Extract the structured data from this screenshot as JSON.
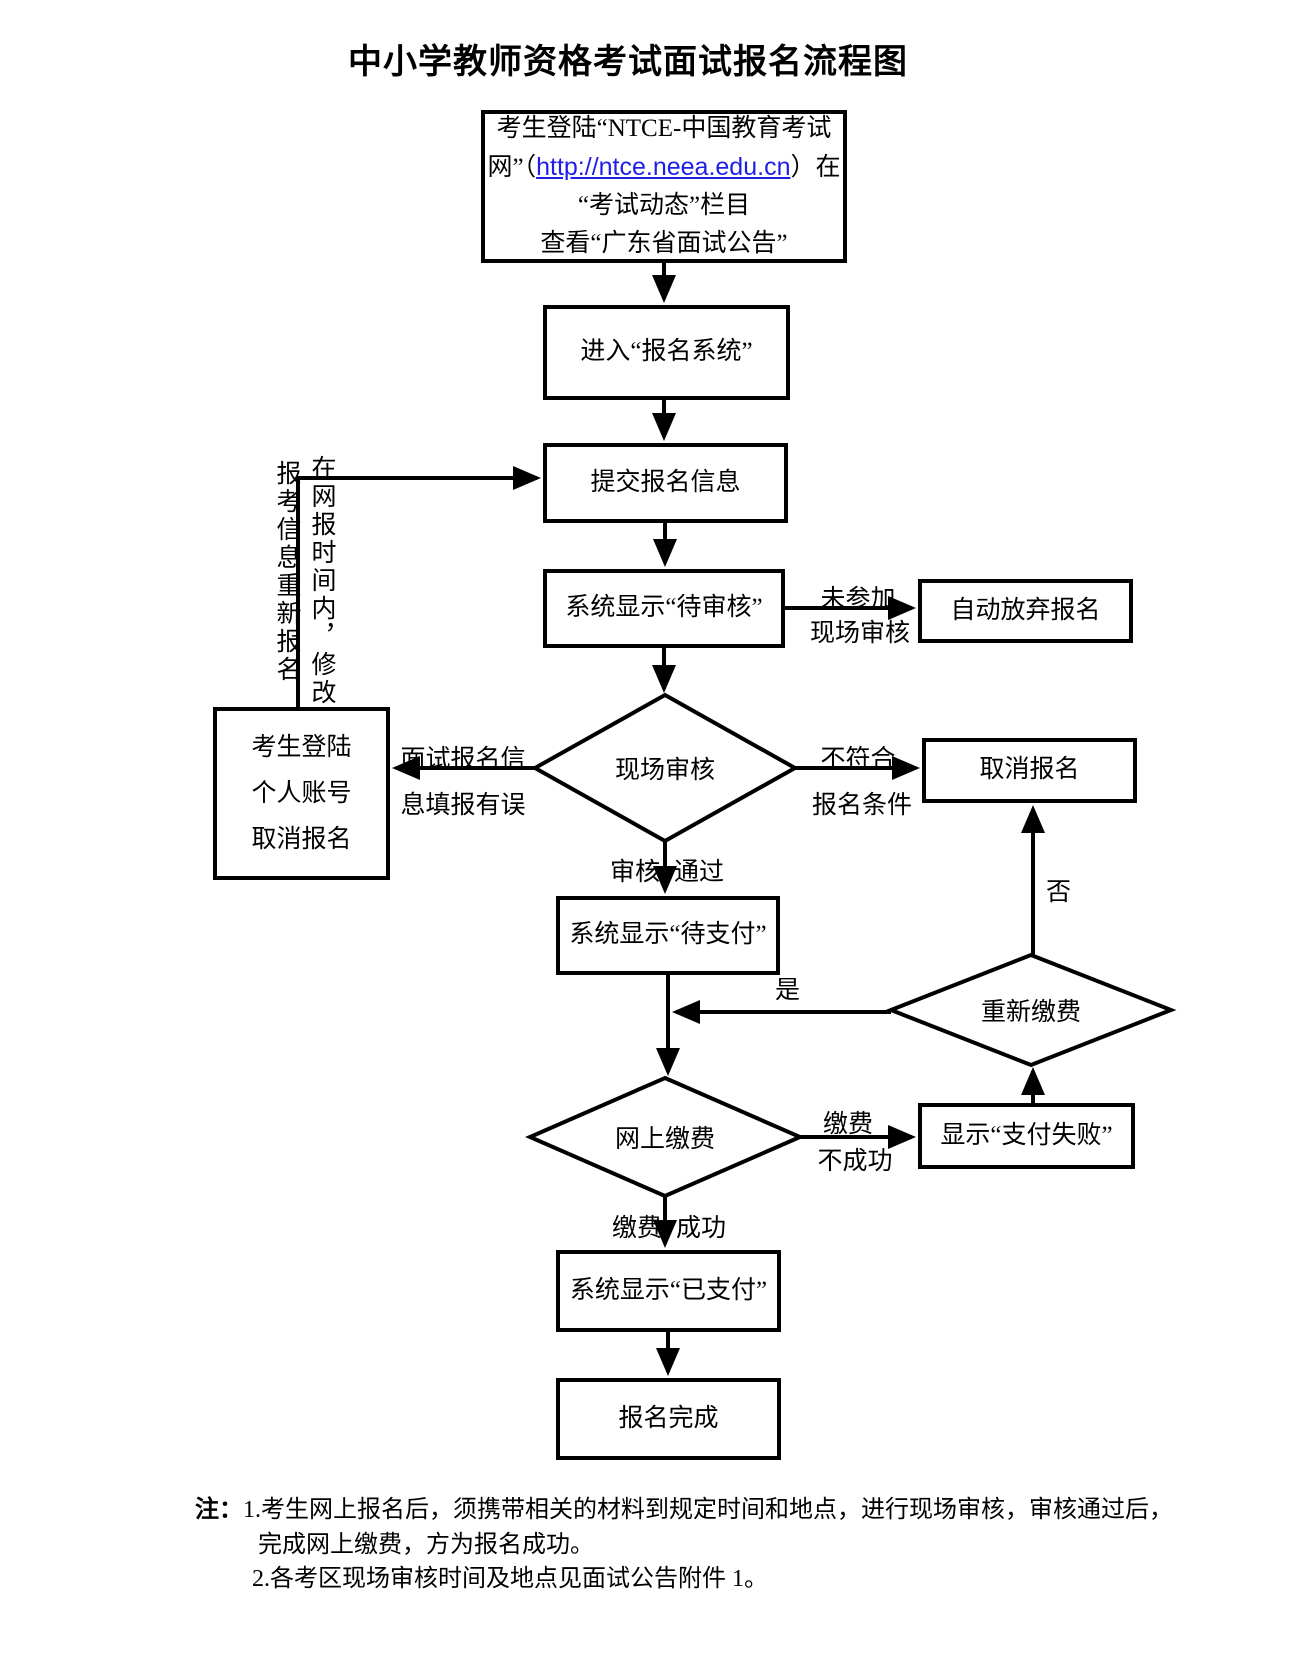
{
  "title": "中小学教师资格考试面试报名流程图",
  "colors": {
    "stroke": "#000000",
    "link": "#1e1ee6",
    "background": "#ffffff"
  },
  "nodes": {
    "login_portal": {
      "line1": "考生登陆“NTCE-中国教育考试",
      "line2_prefix": "网”（",
      "line2_link": "http://ntce.neea.edu.cn",
      "line2_suffix": "）在",
      "line3": "“考试动态”栏目",
      "line4": "查看“广东省面试公告”"
    },
    "enter_system": {
      "label": "进入“报名系统”"
    },
    "submit_info": {
      "label": "提交报名信息"
    },
    "pending_review": {
      "label": "系统显示“待审核”"
    },
    "auto_abandon": {
      "label": "自动放弃报名"
    },
    "onsite_review": {
      "label": "现场审核"
    },
    "cancel_personal": {
      "line1": "考生登陆",
      "line2": "个人账号",
      "line3": "取消报名"
    },
    "cancel_registration": {
      "label": "取消报名"
    },
    "pending_payment": {
      "label": "系统显示“待支付”"
    },
    "repay": {
      "label": "重新缴费"
    },
    "online_payment": {
      "label": "网上缴费"
    },
    "payment_failed": {
      "label": "显示“支付失败”"
    },
    "paid": {
      "label": "系统显示“已支付”"
    },
    "complete": {
      "label": "报名完成"
    }
  },
  "edges": {
    "not_attended": {
      "line1": "未参加",
      "line2": "现场审核"
    },
    "info_error": {
      "line1": "面试报名信",
      "line2": "息填报有误"
    },
    "not_qualified": {
      "line1": "不符合",
      "line2": "报名条件"
    },
    "review_pass": {
      "left": "审核",
      "right": "通过"
    },
    "pay_fail": {
      "line1": "缴费",
      "line2": "不成功"
    },
    "pay_success": {
      "left": "缴费",
      "right": "成功"
    },
    "yes_label": "是",
    "no_label": "否",
    "loop_outer_vertical": "报考信息重新报名",
    "loop_inner_vertical": "在网报时间内，修改"
  },
  "notes": {
    "prefix": "注：",
    "item1_line1": "1.考生网上报名后，须携带相关的材料到规定时间和地点，进行现场审核，审核通过后，",
    "item1_line2": "完成网上缴费，方为报名成功。",
    "item2": "2.各考区现场审核时间及地点见面试公告附件 1。"
  }
}
